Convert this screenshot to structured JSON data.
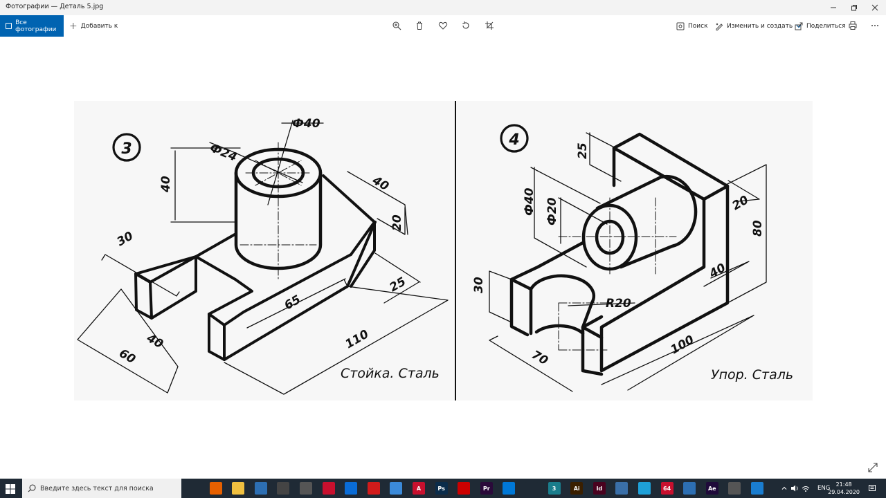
{
  "window": {
    "title": "Фотографии — Деталь 5.jpg",
    "controls": [
      "minimize",
      "restore",
      "close"
    ]
  },
  "toolbar": {
    "all_photos_label": "Все фотографии",
    "add_to_label": "Добавить к",
    "center_icons": [
      "zoom-icon",
      "delete-icon",
      "favorite-icon",
      "rotate-icon",
      "crop-icon"
    ],
    "search_label": "Поиск",
    "edit_create_label": "Изменить и создать",
    "share_label": "Поделиться"
  },
  "drawing": {
    "left": {
      "number": "3",
      "caption": "Стойка. Сталь",
      "dims": {
        "d40": "Ф40",
        "d24": "Ф24",
        "h40": "40",
        "w40": "40",
        "h20": "20",
        "w30": "30",
        "l65": "65",
        "w25": "25",
        "l110": "110",
        "w40b": "40",
        "l60": "60"
      }
    },
    "right": {
      "number": "4",
      "caption": "Упор. Сталь",
      "dims": {
        "h25": "25",
        "d40": "Ф40",
        "d20": "Ф20",
        "w20": "20",
        "h80": "80",
        "w40": "40",
        "h30": "30",
        "r20": "R20",
        "l100": "100",
        "l70": "70"
      }
    }
  },
  "taskbar": {
    "search_placeholder": "Введите здесь текст для поиска",
    "language": "ENG",
    "time": "21:48",
    "date": "29.04.2020",
    "apps": [
      {
        "name": "task-view-icon",
        "label": "",
        "color": "#1f2a35"
      },
      {
        "name": "firefox-icon",
        "label": "",
        "color": "#e66000"
      },
      {
        "name": "file-explorer-icon",
        "label": "",
        "color": "#f0c040"
      },
      {
        "name": "store-icon",
        "label": "",
        "color": "#2d6fb3"
      },
      {
        "name": "mail-icon",
        "label": "",
        "color": "#444"
      },
      {
        "name": "calculator-icon",
        "label": "",
        "color": "#555"
      },
      {
        "name": "acrobat-icon",
        "label": "",
        "color": "#c8102e"
      },
      {
        "name": "outlook-icon",
        "label": "",
        "color": "#0a6cd6"
      },
      {
        "name": "opera-icon",
        "label": "",
        "color": "#d21b1b"
      },
      {
        "name": "pen-app-icon",
        "label": "",
        "color": "#3b8ad9"
      },
      {
        "name": "autocad-icon",
        "label": "A",
        "color": "#c8102e"
      },
      {
        "name": "photoshop-icon",
        "label": "Ps",
        "color": "#0b2c4a"
      },
      {
        "name": "recorder-icon",
        "label": "",
        "color": "#c00"
      },
      {
        "name": "premiere-icon",
        "label": "Pr",
        "color": "#2a0a3a"
      },
      {
        "name": "edge-icon",
        "label": "",
        "color": "#0078d7"
      },
      {
        "name": "settings-icon",
        "label": "",
        "color": "#1f2a35"
      },
      {
        "name": "3dsmax-icon",
        "label": "3",
        "color": "#1a7d8c"
      },
      {
        "name": "illustrator-icon",
        "label": "Ai",
        "color": "#3a1f00"
      },
      {
        "name": "indesign-icon",
        "label": "Id",
        "color": "#49021f"
      },
      {
        "name": "monitor-icon",
        "label": "",
        "color": "#3a6fa8"
      },
      {
        "name": "water-app-icon",
        "label": "",
        "color": "#1ea0d8"
      },
      {
        "name": "app-64-icon",
        "label": "64",
        "color": "#c8102e"
      },
      {
        "name": "document-app-icon",
        "label": "",
        "color": "#2d6fb3"
      },
      {
        "name": "after-effects-icon",
        "label": "Ae",
        "color": "#1f0a3a"
      },
      {
        "name": "notes-app-icon",
        "label": "",
        "color": "#555"
      },
      {
        "name": "photos-app-icon",
        "label": "",
        "color": "#1a7dd0"
      }
    ]
  },
  "colors": {
    "accent": "#0063b1",
    "taskbar": "#1f2a35"
  }
}
